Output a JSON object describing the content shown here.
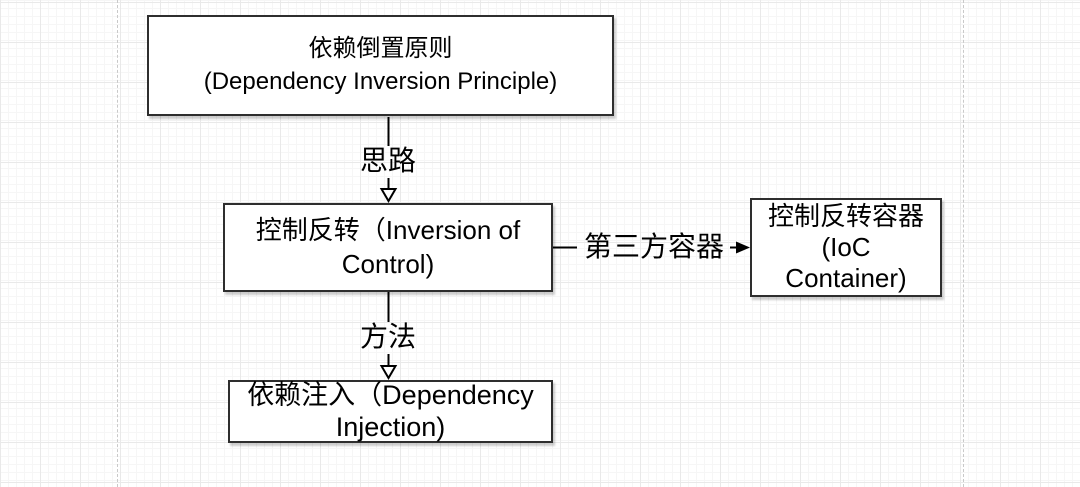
{
  "diagram": {
    "nodes": {
      "dip": {
        "lines": [
          "依赖倒置原则",
          "(Dependency Inversion Principle)"
        ]
      },
      "ioc": {
        "lines": [
          "控制反转（Inversion of",
          "Control)"
        ]
      },
      "ioc_container": {
        "lines": [
          "控制反转容器",
          "(IoC",
          "Container)"
        ]
      },
      "di": {
        "lines": [
          "依赖注入（Dependency",
          "Injection)"
        ]
      }
    },
    "edges": [
      {
        "id": "idea",
        "from": "dip",
        "to": "ioc",
        "label": "思路",
        "arrowhead": "open",
        "direction": "down"
      },
      {
        "id": "method",
        "from": "ioc",
        "to": "di",
        "label": "方法",
        "arrowhead": "open",
        "direction": "down"
      },
      {
        "id": "third_party",
        "from": "ioc",
        "to": "ioc_container",
        "label": "第三方容器",
        "arrowhead": "solid",
        "direction": "right"
      }
    ],
    "colors": {
      "node_border": "#2e2e2e",
      "node_fill": "#ffffff",
      "connector": "#000000",
      "text": "#000000",
      "grid_major": "#e9e9e9",
      "grid_minor": "#f6f6f6",
      "page_boundary": "#c9c9c9"
    }
  }
}
